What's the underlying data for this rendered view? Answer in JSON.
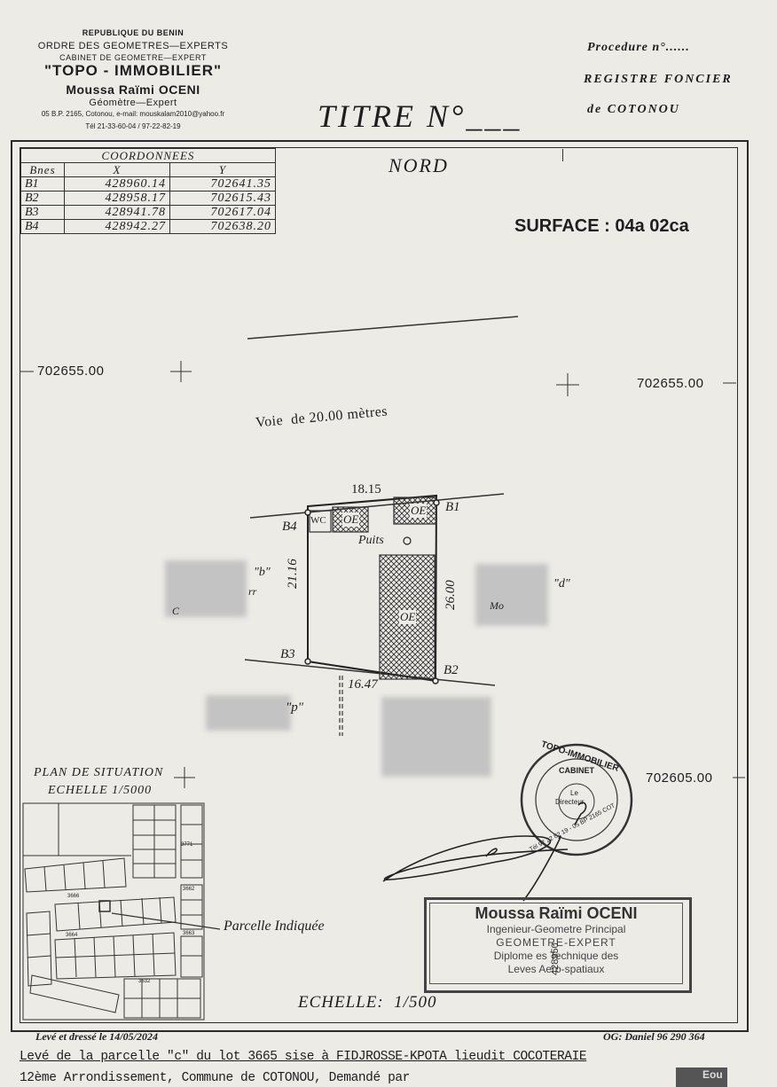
{
  "header": {
    "republic": "REPUBLIQUE DU BENIN",
    "order": "ORDRE DES GEOMETRES—EXPERTS",
    "cabinet": "CABINET DE GEOMETRE—EXPERT",
    "firm": "\"TOPO - IMMOBILIER\"",
    "name": "Moussa Raïmi OCENI",
    "role": "Géomètre—Expert",
    "address": "05 B.P. 2165, Cotonou, e-mail: mouskalam2010@yahoo.fr",
    "phone": "Tél 21-33-60-04 / 97-22-82-19"
  },
  "title": "TITRE N°___",
  "procedure": "Procedure n°......",
  "registre": "REGISTRE FONCIER",
  "registre_city": "de COTONOU",
  "north": "NORD",
  "surface": "SURFACE : 04a 02ca",
  "coords": {
    "title": "COORDONNEES",
    "headers": [
      "Bnes",
      "X",
      "Y"
    ],
    "rows": [
      [
        "B1",
        "428960.14",
        "702641.35"
      ],
      [
        "B2",
        "428958.17",
        "702615.43"
      ],
      [
        "B3",
        "428941.78",
        "702617.04"
      ],
      [
        "B4",
        "428942.27",
        "702638.20"
      ]
    ]
  },
  "grid": {
    "left_top": "702655.00",
    "right_top": "702655.00",
    "right_bottom": "702605.00"
  },
  "plan": {
    "road": "Voie  de 20.00 mètres",
    "top_dim": "18.15",
    "left_dim": "21.16",
    "right_dim": "26.00",
    "bottom_dim": "16.47",
    "b1": "B1",
    "b2": "B2",
    "b3": "B3",
    "b4": "B4",
    "wc": "WC",
    "oe": "OE",
    "puits": "Puits",
    "neighbor_b": "\"b\"",
    "neighbor_d": "\"d\"",
    "neighbor_p": "\"p\"",
    "mo": "Mo",
    "c_frag": "C",
    "rr_frag": "rr"
  },
  "situation": {
    "title": "PLAN DE SITUATION",
    "scale": "ECHELLE 1/5000",
    "parcel": "Parcelle Indiquée",
    "lots": [
      "3771",
      "3662",
      "3666",
      "3664",
      "3663",
      "3632"
    ]
  },
  "scale": "ECHELLE:  1/500",
  "seal": {
    "top": "TOPO-IMMOBILIER",
    "mid": "CABINET",
    "center1": "Le",
    "center2": "Directeur",
    "side": "Tél 97 22 82 19 - 05 BP 2165 COT"
  },
  "stamp": {
    "name": "Moussa Raïmi OCENI",
    "l1": "Ingenieur-Geometre Principal",
    "l2": "GEOMETRE-EXPERT",
    "l3": "Diplome es Technique des",
    "l4": "Leves Aero-spatiaux",
    "vertical": "428950"
  },
  "footer": {
    "leve": "Levé et dressé le 14/05/2024",
    "og": "OG: Daniel 96 290 364",
    "line1": "Levé de la parcelle \"c\" du lot 3665 sise à FIDJROSSE-KPOTA lieudit COCOTERAIE",
    "line2": "12ème Arrondissement, Commune de COTONOU, Demandé par",
    "line2_end": "Eou"
  }
}
